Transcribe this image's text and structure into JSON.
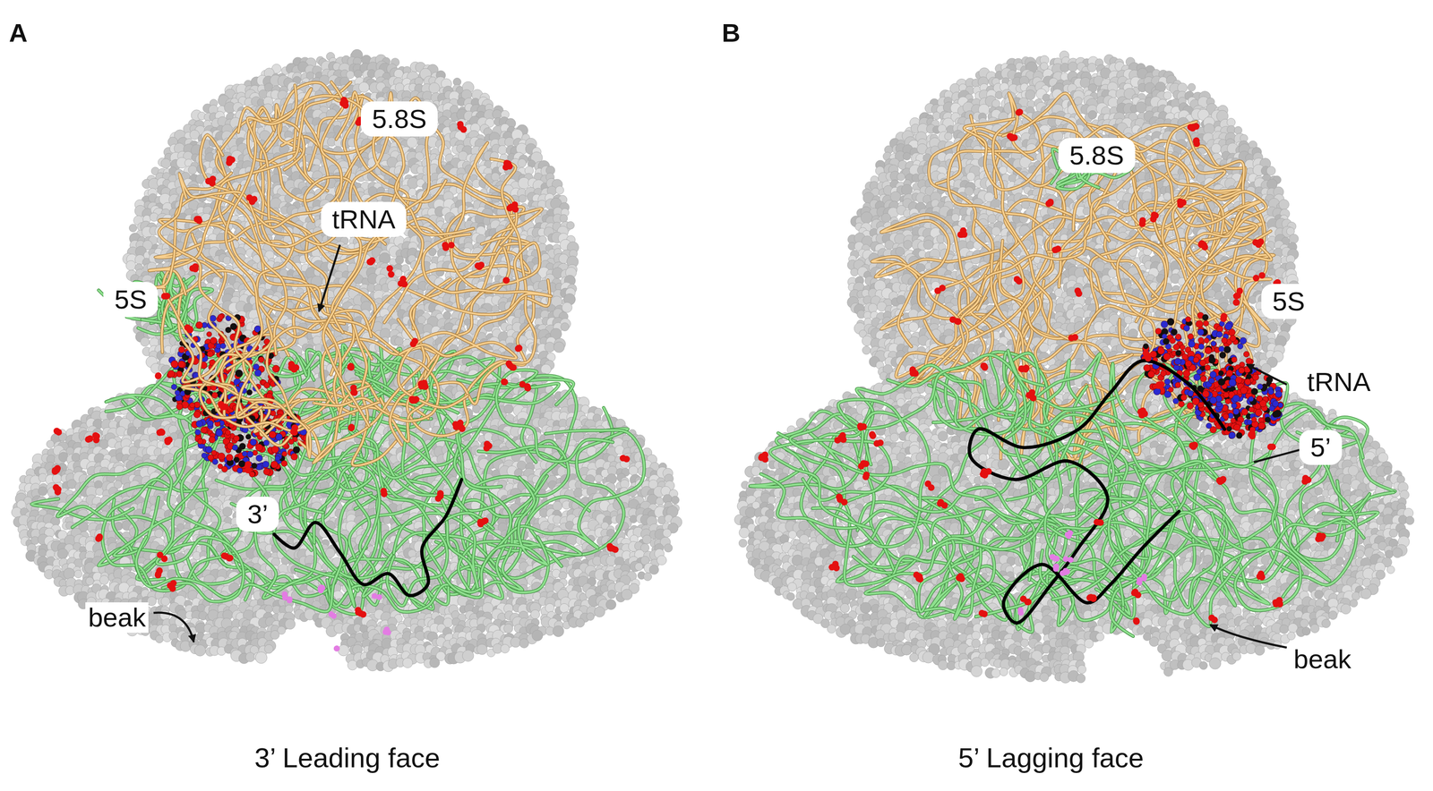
{
  "diagram": {
    "nodes": [
      {
        "text": [
          "5.8S"
        ]
      },
      {
        "text": [
          "tRNA"
        ]
      },
      {
        "text": [
          "5S"
        ]
      },
      {
        "text": [
          "3’"
        ]
      },
      {
        "text": [
          "5.8S"
        ]
      },
      {
        "text": [
          "5S"
        ]
      },
      {
        "text": [
          "tRNA"
        ]
      },
      {
        "text": [
          "5’"
        ]
      }
    ],
    "labels": [
      "A",
      "B",
      "beak",
      "3’ Leading face",
      "beak",
      "5’ Lagging face"
    ]
  }
}
